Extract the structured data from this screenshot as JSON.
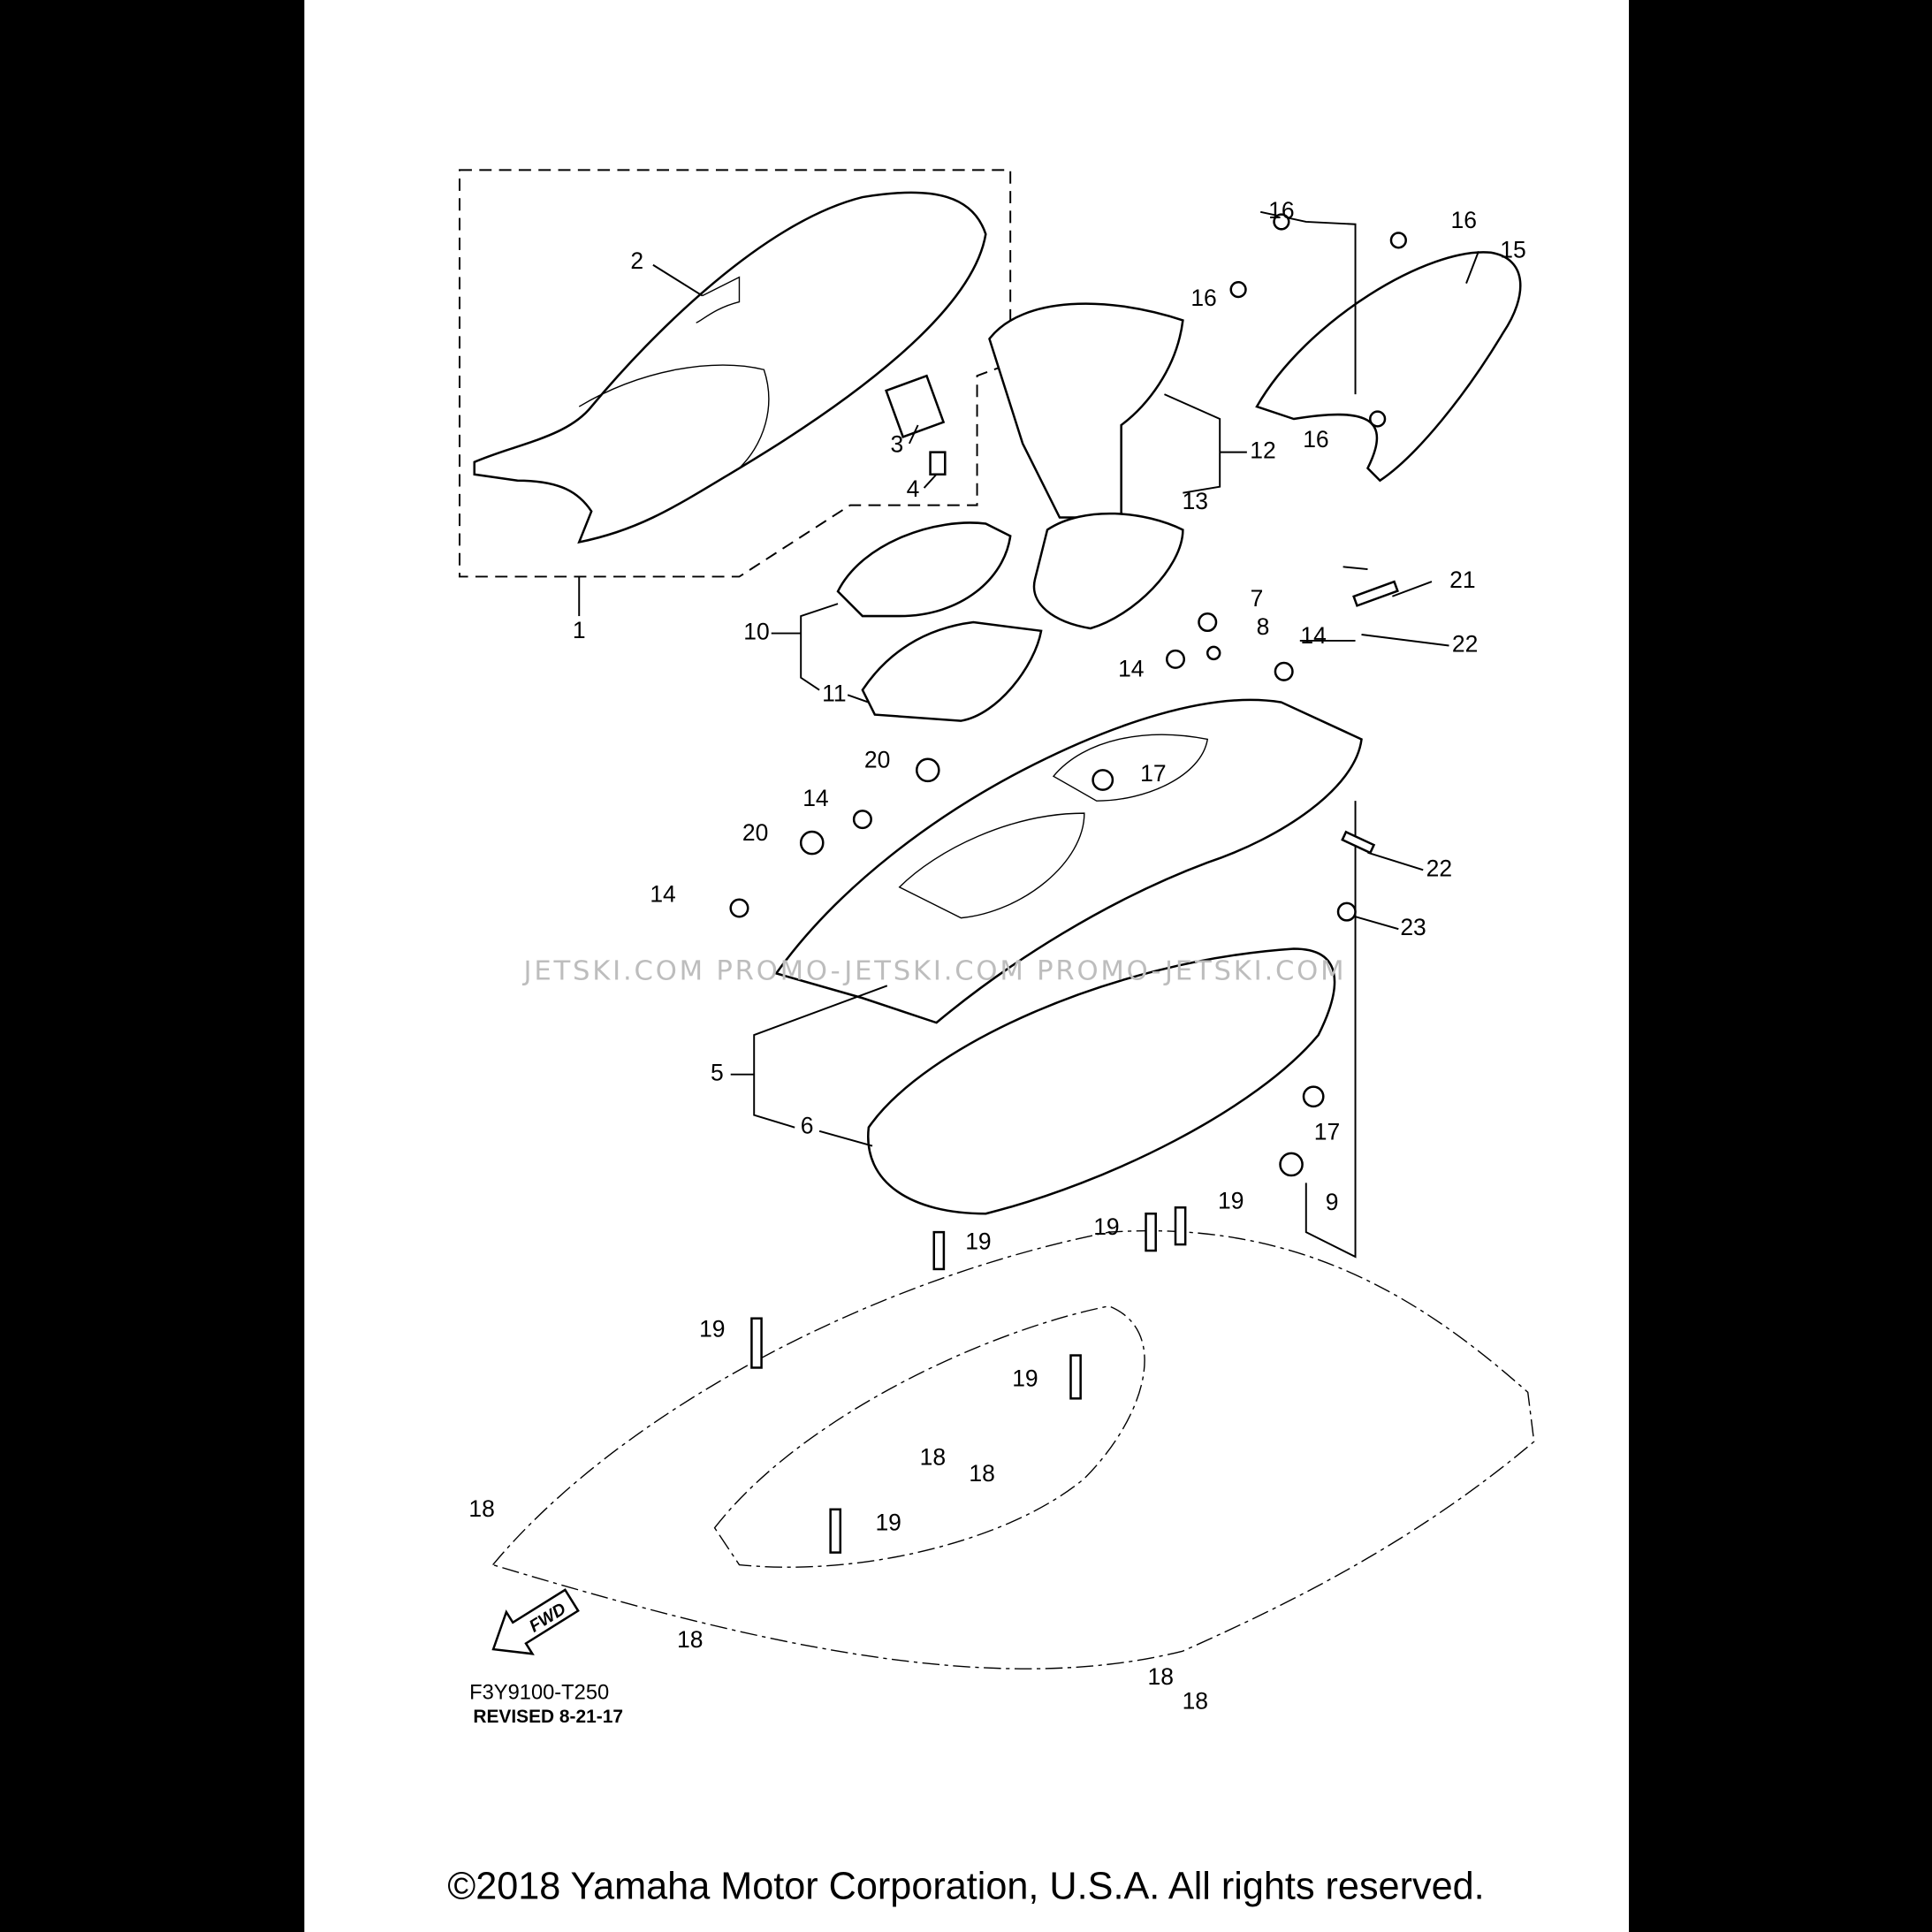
{
  "diagram": {
    "callouts": [
      "1",
      "2",
      "3",
      "4",
      "5",
      "6",
      "7",
      "8",
      "9",
      "10",
      "11",
      "12",
      "13",
      "14",
      "15",
      "16",
      "17",
      "18",
      "19",
      "20",
      "21",
      "22",
      "23"
    ],
    "direction_arrow": "FWD",
    "figure_code": "F3Y9100-T250",
    "revision": "REVISED 8-21-17",
    "watermark": "JETSKI.COM  PROMO-JETSKI.COM  PROMO-JETSKI.COM",
    "copyright": "©2018 Yamaha Motor Corporation, U.S.A. All rights reserved."
  },
  "colors": {
    "background": "#ffffff",
    "side_bars": "#000000",
    "watermark": "#bdbdbd"
  }
}
